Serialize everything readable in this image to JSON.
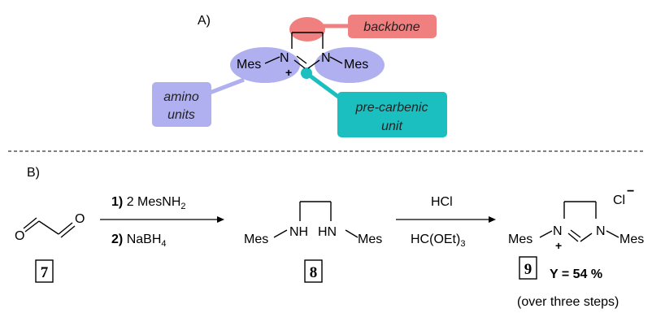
{
  "panel_a": {
    "label": "A)",
    "callouts": {
      "backbone": "backbone",
      "amino_line1": "amino",
      "amino_line2": "units",
      "precarbenic_line1": "pre-carbenic",
      "precarbenic_line2": "unit"
    },
    "atoms": {
      "mes_left": "Mes",
      "n_left": "N",
      "plus": "+",
      "n_right": "N",
      "mes_right": "Mes"
    },
    "colors": {
      "backbone": "#f08080",
      "amino": "#b0b0f0",
      "precarbenic": "#1bbfbf"
    }
  },
  "panel_b": {
    "label": "B)",
    "compound_7": "7",
    "step1": {
      "line1_num": "1)",
      "line1_text": "2 MesNH",
      "line1_sub": "2",
      "line2_num": "2)",
      "line2_text": "NaBH",
      "line2_sub": "4"
    },
    "compound_8": {
      "id": "8",
      "mes_left": "Mes",
      "nh_left": "NH",
      "hn_right": "HN",
      "mes_right": "Mes"
    },
    "step2": {
      "line1": "HCl",
      "line2_text": "HC(OEt)",
      "line2_sub": "3"
    },
    "compound_9": {
      "id": "9",
      "counterion": "Cl",
      "counterion_charge": "−",
      "mes_left": "Mes",
      "n_left": "N",
      "plus": "+",
      "n_right": "N",
      "mes_right": "Mes",
      "yield": "Y = 54 %",
      "yield_note": "(over three steps)"
    }
  }
}
